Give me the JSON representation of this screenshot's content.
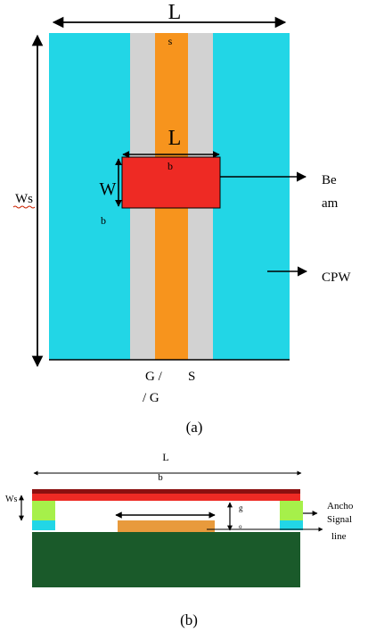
{
  "colors": {
    "substrate_cpw": "#22d6e6",
    "gap": "#d2d2d2",
    "signal": "#f7941d",
    "beam": "#ee2a24",
    "anchor_green": "#a6f04a",
    "ground_dark": "#1a5a2a",
    "sig_b": "#e89a3c",
    "wavy_underline": "#cc2200"
  },
  "figure_a": {
    "label_L_top": "L",
    "label_s": "s",
    "label_L_beam": "L",
    "label_b_beam": "b",
    "label_W": "W",
    "label_b_W": "b",
    "label_Ws": "Ws",
    "label_beam_1": "Be",
    "label_beam_2": "am",
    "label_cpw": "CPW",
    "label_gs_1": "G /",
    "label_gs_2": "S",
    "label_gs_3": "/ G",
    "caption": "(a)"
  },
  "figure_b": {
    "label_L": "L",
    "label_b": "b",
    "label_ws": "Ws",
    "label_anchor": "Ancho",
    "label_signal": "Signal",
    "label_line": "line",
    "label_g": "g",
    "label_o": "o",
    "caption": "(b)"
  }
}
